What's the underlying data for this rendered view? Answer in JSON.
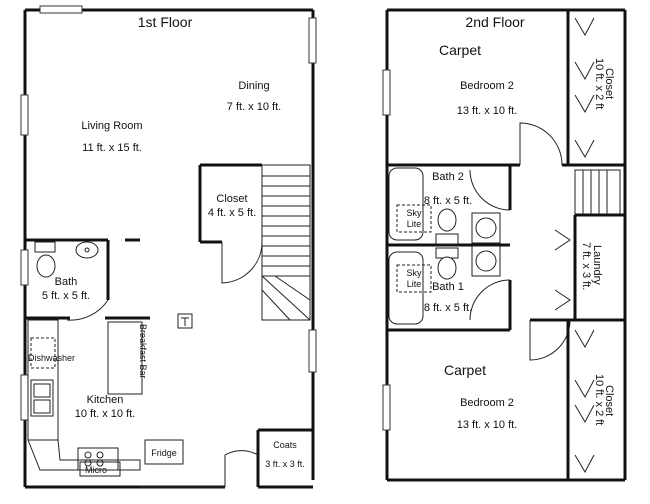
{
  "floor1": {
    "title": "1st Floor",
    "rooms": {
      "dining": {
        "name": "Dining",
        "size": "7 ft. x 10 ft."
      },
      "living": {
        "name": "Living Room",
        "size": "11 ft.  x 15 ft."
      },
      "closet": {
        "name": "Closet",
        "size": "4 ft. x 5 ft."
      },
      "bath": {
        "name": "Bath",
        "size": "5 ft. x 5 ft."
      },
      "kitchen": {
        "name": "Kitchen",
        "size": "10 ft. x 10 ft."
      },
      "coats": {
        "name": "Coats",
        "size": "3 ft. x 3 ft."
      }
    },
    "fixtures": {
      "dishwasher": "Dishwasher",
      "breakfast_bar": "Breakfast Bar",
      "micro": "Micro",
      "fridge": "Fridge"
    }
  },
  "floor2": {
    "title": "2nd Floor",
    "carpet_label": "Carpet",
    "carpet_color": "#c0282d",
    "rooms": {
      "bedroom_top": {
        "name": "Bedroom 2",
        "size": "13 ft.  x 10 ft."
      },
      "bedroom_bottom": {
        "name": "Bedroom 2",
        "size": "13 ft.  x 10 ft."
      },
      "bath2": {
        "name": "Bath 2",
        "size": "8 ft. x 5 ft."
      },
      "bath1": {
        "name": "Bath 1",
        "size": "8 ft. x 5 ft."
      },
      "closet_top": {
        "name": "Closet",
        "size": "10 ft. x 2 ft"
      },
      "closet_bottom": {
        "name": "Closet",
        "size": "10 ft. x 2 ft"
      },
      "laundry": {
        "name": "Laundry",
        "size": "7 ft. x 3 ft."
      }
    },
    "skylite": {
      "line1": "Sky",
      "line2": "Lite"
    }
  }
}
